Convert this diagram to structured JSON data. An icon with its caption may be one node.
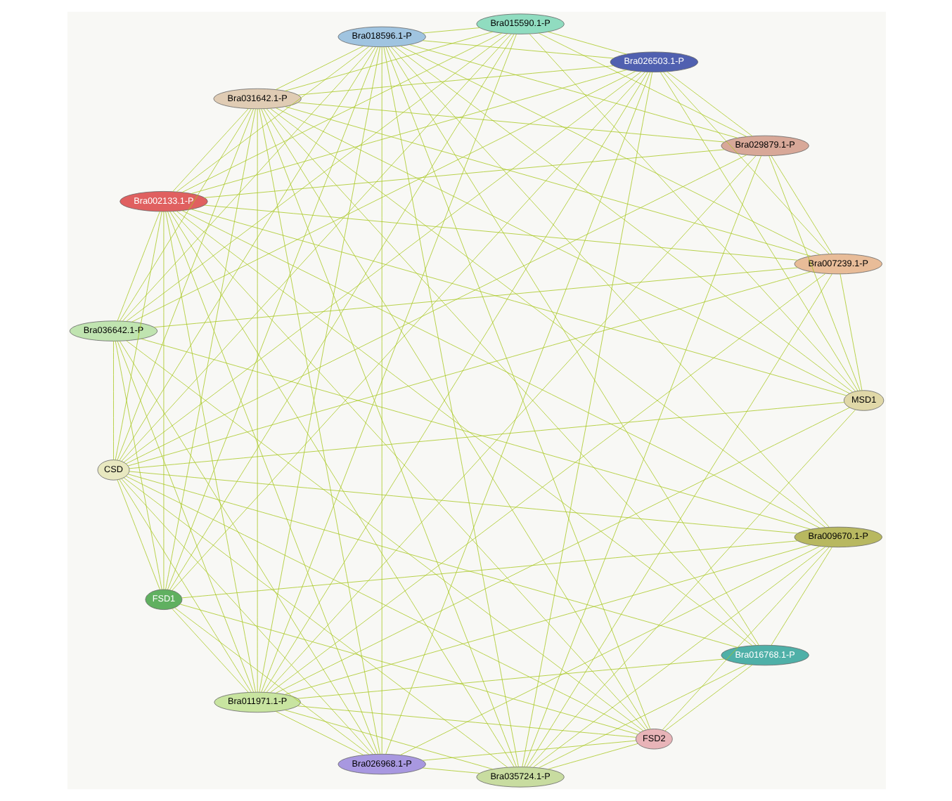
{
  "diagram": {
    "nodes": [
      {
        "text": [
          "FSD2"
        ]
      },
      {
        "text": [
          "Bra016768.1-P"
        ]
      },
      {
        "text": [
          "Bra009670.1-P"
        ]
      },
      {
        "text": [
          "Bra035724.1-P"
        ]
      },
      {
        "text": [
          "Bra011971.1-P"
        ]
      },
      {
        "text": [
          "Bra031642.1-P"
        ]
      },
      {
        "text": [
          "Bra026968.1-P"
        ]
      },
      {
        "text": [
          "Bra007239.1-P"
        ]
      },
      {
        "text": [
          "CSD"
        ]
      },
      {
        "text": [
          "Bra002133.1-P"
        ]
      },
      {
        "text": [
          "Bra036642.1-P"
        ]
      },
      {
        "text": [
          "Bra026503.1-P"
        ]
      },
      {
        "text": [
          "Bra018596.1-P"
        ]
      },
      {
        "text": [
          "FSD1"
        ]
      },
      {
        "text": [
          "Bra029879.1-P"
        ]
      },
      {
        "text": [
          "MSD1"
        ]
      },
      {
        "text": [
          "Bra015590.1-P"
        ]
      }
    ],
    "edges": [
      {
        "from": 0,
        "to": 1,
        "arrow": "none"
      },
      {
        "from": 0,
        "to": 2,
        "arrow": "none"
      },
      {
        "from": 0,
        "to": 3,
        "arrow": "none"
      },
      {
        "from": 0,
        "to": 4,
        "arrow": "none"
      },
      {
        "from": 0,
        "to": 5,
        "arrow": "none"
      },
      {
        "from": 0,
        "to": 6,
        "arrow": "none"
      },
      {
        "from": 0,
        "to": 8,
        "arrow": "none"
      },
      {
        "from": 0,
        "to": 9,
        "arrow": "none"
      },
      {
        "from": 0,
        "to": 10,
        "arrow": "none"
      },
      {
        "from": 0,
        "to": 12,
        "arrow": "none"
      },
      {
        "from": 0,
        "to": 13,
        "arrow": "none"
      },
      {
        "from": 1,
        "to": 2,
        "arrow": "none"
      },
      {
        "from": 1,
        "to": 3,
        "arrow": "none"
      },
      {
        "from": 1,
        "to": 4,
        "arrow": "none"
      },
      {
        "from": 1,
        "to": 5,
        "arrow": "none"
      },
      {
        "from": 1,
        "to": 8,
        "arrow": "none"
      },
      {
        "from": 1,
        "to": 9,
        "arrow": "none"
      },
      {
        "from": 1,
        "to": 12,
        "arrow": "none"
      },
      {
        "from": 2,
        "to": 3,
        "arrow": "none"
      },
      {
        "from": 2,
        "to": 4,
        "arrow": "none"
      },
      {
        "from": 2,
        "to": 5,
        "arrow": "none"
      },
      {
        "from": 2,
        "to": 6,
        "arrow": "none"
      },
      {
        "from": 2,
        "to": 8,
        "arrow": "none"
      },
      {
        "from": 2,
        "to": 9,
        "arrow": "none"
      },
      {
        "from": 2,
        "to": 10,
        "arrow": "none"
      },
      {
        "from": 2,
        "to": 12,
        "arrow": "none"
      },
      {
        "from": 2,
        "to": 13,
        "arrow": "none"
      },
      {
        "from": 3,
        "to": 4,
        "arrow": "none"
      },
      {
        "from": 3,
        "to": 5,
        "arrow": "none"
      },
      {
        "from": 3,
        "to": 6,
        "arrow": "none"
      },
      {
        "from": 3,
        "to": 7,
        "arrow": "none"
      },
      {
        "from": 3,
        "to": 8,
        "arrow": "none"
      },
      {
        "from": 3,
        "to": 9,
        "arrow": "none"
      },
      {
        "from": 3,
        "to": 11,
        "arrow": "none"
      },
      {
        "from": 3,
        "to": 12,
        "arrow": "none"
      },
      {
        "from": 3,
        "to": 14,
        "arrow": "none"
      },
      {
        "from": 3,
        "to": 15,
        "arrow": "none"
      },
      {
        "from": 4,
        "to": 5,
        "arrow": "none"
      },
      {
        "from": 4,
        "to": 6,
        "arrow": "none"
      },
      {
        "from": 4,
        "to": 7,
        "arrow": "none"
      },
      {
        "from": 4,
        "to": 8,
        "arrow": "none"
      },
      {
        "from": 4,
        "to": 9,
        "arrow": "none"
      },
      {
        "from": 4,
        "to": 10,
        "arrow": "none"
      },
      {
        "from": 4,
        "to": 11,
        "arrow": "none"
      },
      {
        "from": 4,
        "to": 12,
        "arrow": "none"
      },
      {
        "from": 4,
        "to": 13,
        "arrow": "none"
      },
      {
        "from": 4,
        "to": 14,
        "arrow": "none"
      },
      {
        "from": 4,
        "to": 15,
        "arrow": "none"
      },
      {
        "from": 4,
        "to": 16,
        "arrow": "none"
      },
      {
        "from": 5,
        "to": 6,
        "arrow": "none"
      },
      {
        "from": 5,
        "to": 7,
        "arrow": "none"
      },
      {
        "from": 5,
        "to": 8,
        "arrow": "none"
      },
      {
        "from": 5,
        "to": 9,
        "arrow": "none"
      },
      {
        "from": 5,
        "to": 10,
        "arrow": "none"
      },
      {
        "from": 5,
        "to": 11,
        "arrow": "none"
      },
      {
        "from": 5,
        "to": 12,
        "arrow": "none"
      },
      {
        "from": 5,
        "to": 13,
        "arrow": "none"
      },
      {
        "from": 5,
        "to": 14,
        "arrow": "none"
      },
      {
        "from": 5,
        "to": 15,
        "arrow": "none"
      },
      {
        "from": 5,
        "to": 16,
        "arrow": "none"
      },
      {
        "from": 6,
        "to": 8,
        "arrow": "none"
      },
      {
        "from": 6,
        "to": 9,
        "arrow": "none"
      },
      {
        "from": 6,
        "to": 10,
        "arrow": "none"
      },
      {
        "from": 6,
        "to": 11,
        "arrow": "none"
      },
      {
        "from": 6,
        "to": 12,
        "arrow": "none"
      },
      {
        "from": 6,
        "to": 13,
        "arrow": "none"
      },
      {
        "from": 7,
        "to": 8,
        "arrow": "none"
      },
      {
        "from": 7,
        "to": 9,
        "arrow": "none"
      },
      {
        "from": 7,
        "to": 10,
        "arrow": "none"
      },
      {
        "from": 7,
        "to": 11,
        "arrow": "none"
      },
      {
        "from": 7,
        "to": 12,
        "arrow": "none"
      },
      {
        "from": 7,
        "to": 14,
        "arrow": "none"
      },
      {
        "from": 7,
        "to": 15,
        "arrow": "none"
      },
      {
        "from": 8,
        "to": 9,
        "arrow": "none"
      },
      {
        "from": 8,
        "to": 10,
        "arrow": "none"
      },
      {
        "from": 8,
        "to": 11,
        "arrow": "none"
      },
      {
        "from": 8,
        "to": 12,
        "arrow": "none"
      },
      {
        "from": 8,
        "to": 13,
        "arrow": "none"
      },
      {
        "from": 8,
        "to": 14,
        "arrow": "none"
      },
      {
        "from": 8,
        "to": 15,
        "arrow": "none"
      },
      {
        "from": 8,
        "to": 16,
        "arrow": "none"
      },
      {
        "from": 9,
        "to": 10,
        "arrow": "none"
      },
      {
        "from": 9,
        "to": 11,
        "arrow": "none"
      },
      {
        "from": 9,
        "to": 12,
        "arrow": "none"
      },
      {
        "from": 9,
        "to": 13,
        "arrow": "none"
      },
      {
        "from": 9,
        "to": 14,
        "arrow": "none"
      },
      {
        "from": 9,
        "to": 15,
        "arrow": "none"
      },
      {
        "from": 9,
        "to": 16,
        "arrow": "none"
      },
      {
        "from": 10,
        "to": 11,
        "arrow": "none"
      },
      {
        "from": 10,
        "to": 12,
        "arrow": "none"
      },
      {
        "from": 10,
        "to": 13,
        "arrow": "none"
      },
      {
        "from": 10,
        "to": 16,
        "arrow": "none"
      },
      {
        "from": 11,
        "to": 12,
        "arrow": "none"
      },
      {
        "from": 11,
        "to": 13,
        "arrow": "none"
      },
      {
        "from": 11,
        "to": 14,
        "arrow": "none"
      },
      {
        "from": 11,
        "to": 15,
        "arrow": "none"
      },
      {
        "from": 11,
        "to": 16,
        "arrow": "none"
      },
      {
        "from": 12,
        "to": 13,
        "arrow": "none"
      },
      {
        "from": 12,
        "to": 14,
        "arrow": "none"
      },
      {
        "from": 12,
        "to": 15,
        "arrow": "none"
      },
      {
        "from": 12,
        "to": 16,
        "arrow": "none"
      },
      {
        "from": 13,
        "to": 16,
        "arrow": "none"
      },
      {
        "from": 14,
        "to": 15,
        "arrow": "none"
      },
      {
        "from": 14,
        "to": 16,
        "arrow": "none"
      },
      {
        "from": 15,
        "to": 16,
        "arrow": "none"
      }
    ]
  }
}
